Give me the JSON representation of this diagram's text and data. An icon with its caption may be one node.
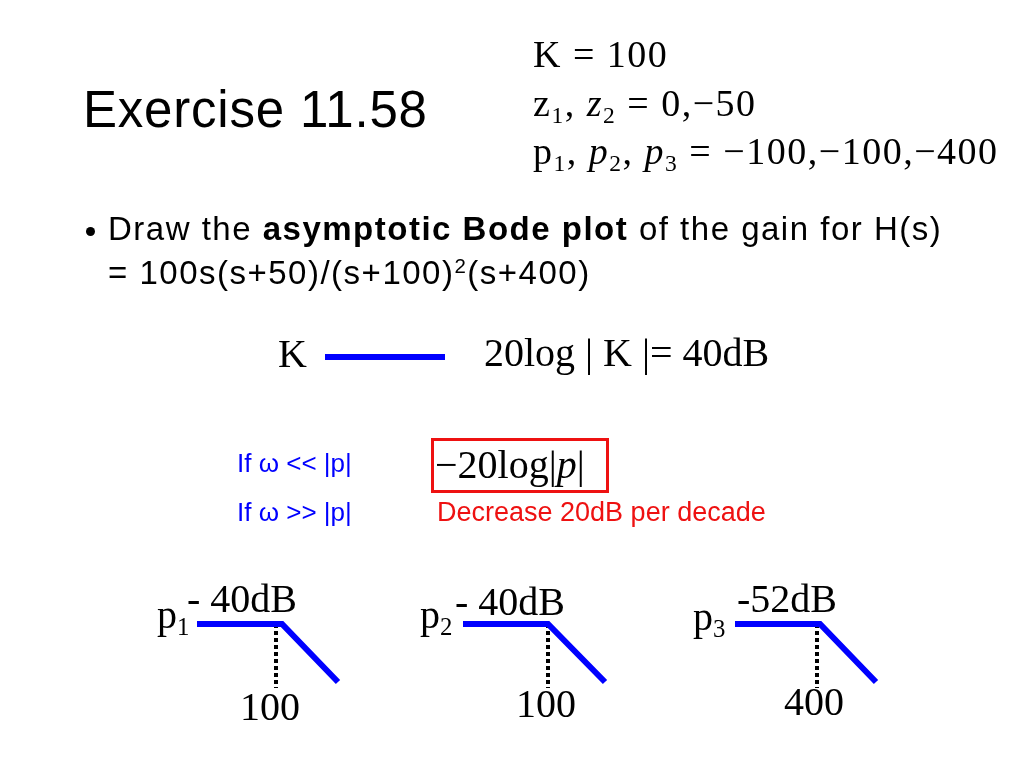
{
  "diagram": {
    "title": "Exercise 11.58",
    "nodes": [
      {
        "text": [
          "−20log|*p*|"
        ]
      }
    ],
    "labels": [
      "K = 100",
      "z$_{1}$, *z*$_{2}$ = 0,−50",
      "p$_{1}$, *p*$_{2}$, *p*$_{3}$ = −100,−100,−400",
      "Draw the **asymptotic Bode plot** of the gain for H(s) = 100s(s+50)/(s+100)$^{2}$(s+400)",
      "K",
      "20log | K |= 40dB",
      "If ω << |p|",
      "If ω >> |p|",
      "Decrease 20dB per decade",
      "p$_{1}$",
      "- 40dB",
      "100",
      "p$_{2}$",
      "- 40dB",
      "100",
      "p$_{3}$",
      "-52dB",
      "400"
    ]
  }
}
